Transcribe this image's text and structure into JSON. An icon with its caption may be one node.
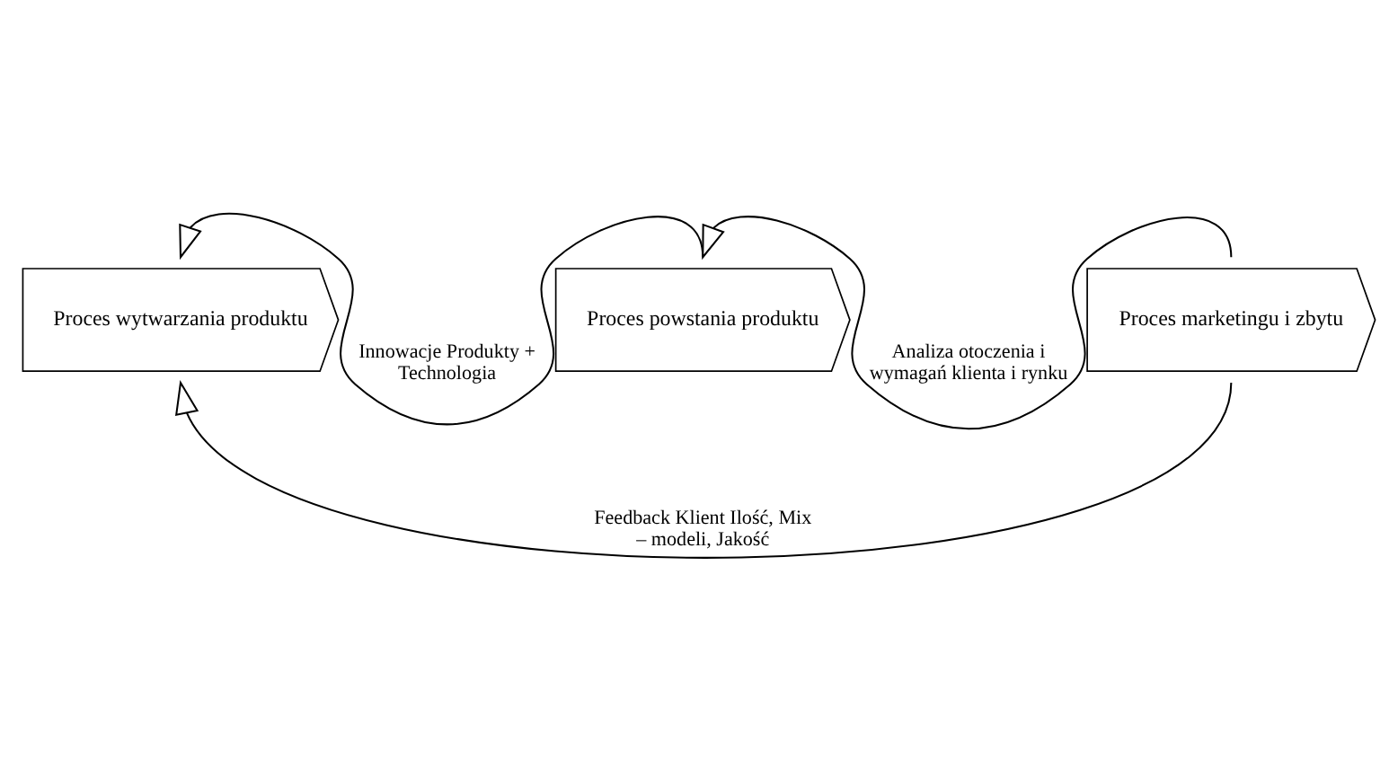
{
  "diagram": {
    "nodes": [
      {
        "text": [
          "Proces wytwarzania produktu"
        ]
      },
      {
        "text": [
          "Proces powstania produktu"
        ]
      },
      {
        "text": [
          "Proces marketingu i zbytu"
        ]
      }
    ],
    "edges": [
      {
        "from": 1,
        "to": 0,
        "arrow": "to",
        "label": "Innowacje Produkty + Technologia"
      },
      {
        "from": 2,
        "to": 1,
        "arrow": "to",
        "label": "Analiza otoczenia i wymagań klienta i rynku"
      },
      {
        "from": 2,
        "to": 0,
        "arrow": "to",
        "label": "Feedback Klient Ilość, Mix – modeli, Jakość"
      }
    ]
  }
}
